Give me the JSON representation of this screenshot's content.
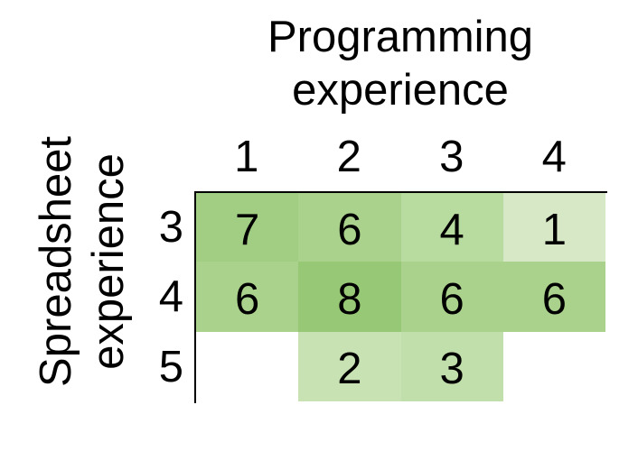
{
  "title": {
    "line1": "Programming",
    "line2": "experience"
  },
  "y_axis": {
    "label_line1": "Spreadsheet",
    "label_line2": "experience"
  },
  "colors": {
    "background": "#ffffff",
    "text": "#000000",
    "axis_line": "#000000"
  },
  "chart_data": {
    "type": "heatmap",
    "title": "",
    "xlabel": "Programming experience",
    "ylabel": "Spreadsheet experience",
    "x_categories": [
      "1",
      "2",
      "3",
      "4"
    ],
    "y_categories": [
      "3",
      "4",
      "5"
    ],
    "values": [
      [
        7,
        6,
        4,
        1
      ],
      [
        6,
        8,
        6,
        6
      ],
      [
        null,
        2,
        3,
        null
      ]
    ],
    "cell_colors": [
      [
        "#a2ce84",
        "#aad28c",
        "#b8dba0",
        "#d6e8c5"
      ],
      [
        "#aad28c",
        "#96c876",
        "#aad28c",
        "#aad28c"
      ],
      [
        null,
        "#c8e2b3",
        "#c1dfaa",
        null
      ]
    ],
    "color_scale": {
      "min_value": 1,
      "max_value": 8,
      "min_color": "#d6e8c5",
      "max_color": "#96c876"
    },
    "legend": "none",
    "grid": "off"
  }
}
